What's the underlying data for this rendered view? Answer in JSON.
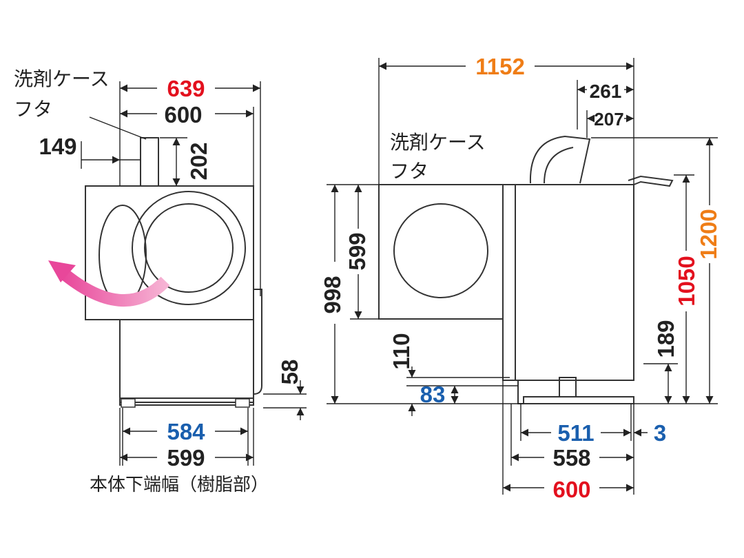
{
  "colors": {
    "line": "#222222",
    "red": "#e3101e",
    "blue": "#1a5fae",
    "orange": "#ef7d16",
    "black": "#222222",
    "arrow": "#e8479a"
  },
  "front_view": {
    "lid_label_line1": "洗剤ケース",
    "lid_label_line2": "フタ",
    "width_639": "639",
    "width_600": "600",
    "offset_149": "149",
    "lid_height_202": "202",
    "base_58": "58",
    "base_width_584": "584",
    "base_width_599": "599",
    "base_caption": "本体下端幅（樹脂部）",
    "door_arrow_icon": "door-swing-arrow-icon"
  },
  "side_view": {
    "lid_label_line1": "洗剤ケース",
    "lid_label_line2": "フタ",
    "depth_1152": "1152",
    "depth_261": "261",
    "depth_207": "207",
    "height_998": "998",
    "height_599": "599",
    "height_110": "110",
    "height_83": "83",
    "height_1200": "1200",
    "height_1050": "1050",
    "height_189": "189",
    "depth_511": "511",
    "gap_3": "3",
    "depth_558": "558",
    "depth_600": "600"
  }
}
